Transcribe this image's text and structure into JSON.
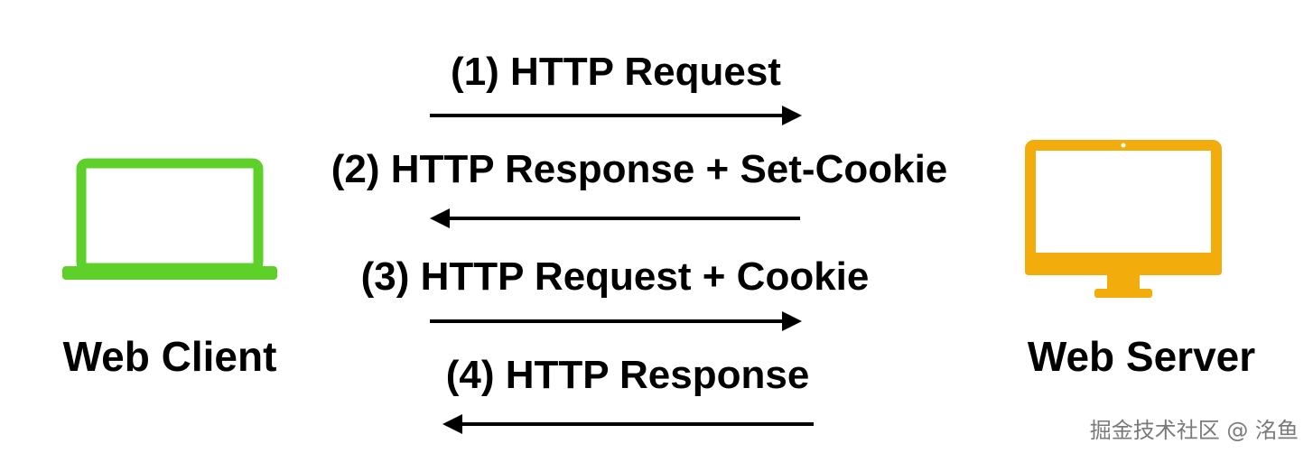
{
  "client": {
    "label": "Web Client",
    "icon": "laptop-icon",
    "color": "#5ed02a"
  },
  "server": {
    "label": "Web Server",
    "icon": "desktop-monitor-icon",
    "color": "#f2ad0c"
  },
  "messages": [
    {
      "label": "(1) HTTP Request",
      "direction": "right"
    },
    {
      "label": "(2) HTTP Response + Set-Cookie",
      "direction": "left"
    },
    {
      "label": "(3) HTTP Request + Cookie",
      "direction": "right"
    },
    {
      "label": "(4) HTTP Response",
      "direction": "left"
    }
  ],
  "arrow_color": "#000000",
  "watermark": "掘金技术社区 @ 洺鱼"
}
